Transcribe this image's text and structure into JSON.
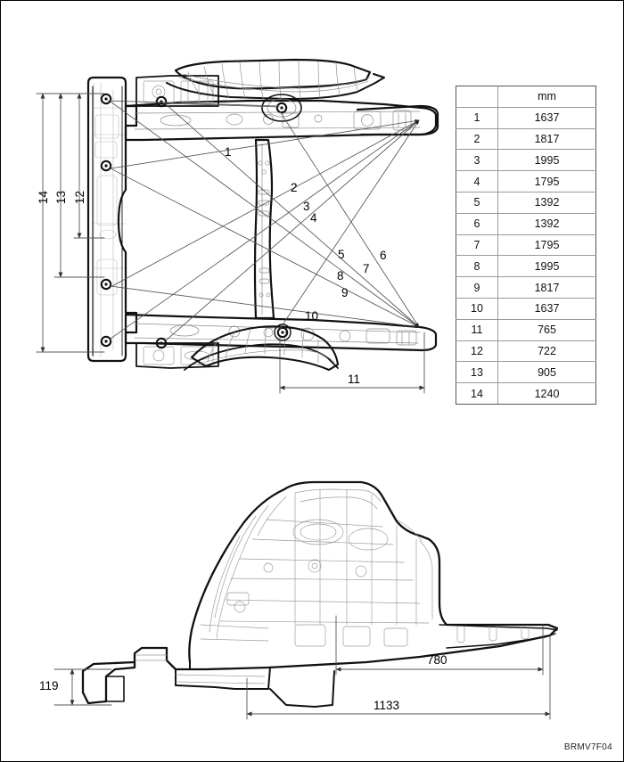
{
  "sheet": {
    "figure_code": "BRMV7F04",
    "units_header": "mm"
  },
  "table": {
    "col_index_header": "",
    "col_value_header": "mm",
    "rows": [
      {
        "id": "1",
        "value": "1637"
      },
      {
        "id": "2",
        "value": "1817"
      },
      {
        "id": "3",
        "value": "1995"
      },
      {
        "id": "4",
        "value": "1795"
      },
      {
        "id": "5",
        "value": "1392"
      },
      {
        "id": "6",
        "value": "1392"
      },
      {
        "id": "7",
        "value": "1795"
      },
      {
        "id": "8",
        "value": "1995"
      },
      {
        "id": "9",
        "value": "1817"
      },
      {
        "id": "10",
        "value": "1637"
      },
      {
        "id": "11",
        "value": "765"
      },
      {
        "id": "12",
        "value": "722"
      },
      {
        "id": "13",
        "value": "905"
      },
      {
        "id": "14",
        "value": "1240"
      }
    ]
  },
  "top_view": {
    "title": "",
    "diagonal_labels": [
      "1",
      "2",
      "3",
      "4",
      "5",
      "6",
      "7",
      "8",
      "9",
      "10"
    ],
    "callouts": {
      "n1": "1",
      "n2": "2",
      "n3": "3",
      "n4": "4",
      "n5": "5",
      "n6": "6",
      "n7": "7",
      "n8": "8",
      "n9": "9",
      "n10": "10"
    },
    "dimensions": {
      "width_11": "11",
      "height_12": "12",
      "height_13": "13",
      "height_14": "14"
    }
  },
  "side_view": {
    "dimensions": {
      "height_119": "119",
      "length_780": "780",
      "length_1133": "1133"
    }
  },
  "colors": {
    "ink": "#000000",
    "line_light": "#9a9a9a",
    "dim_line": "#555555",
    "background": "#ffffff"
  }
}
